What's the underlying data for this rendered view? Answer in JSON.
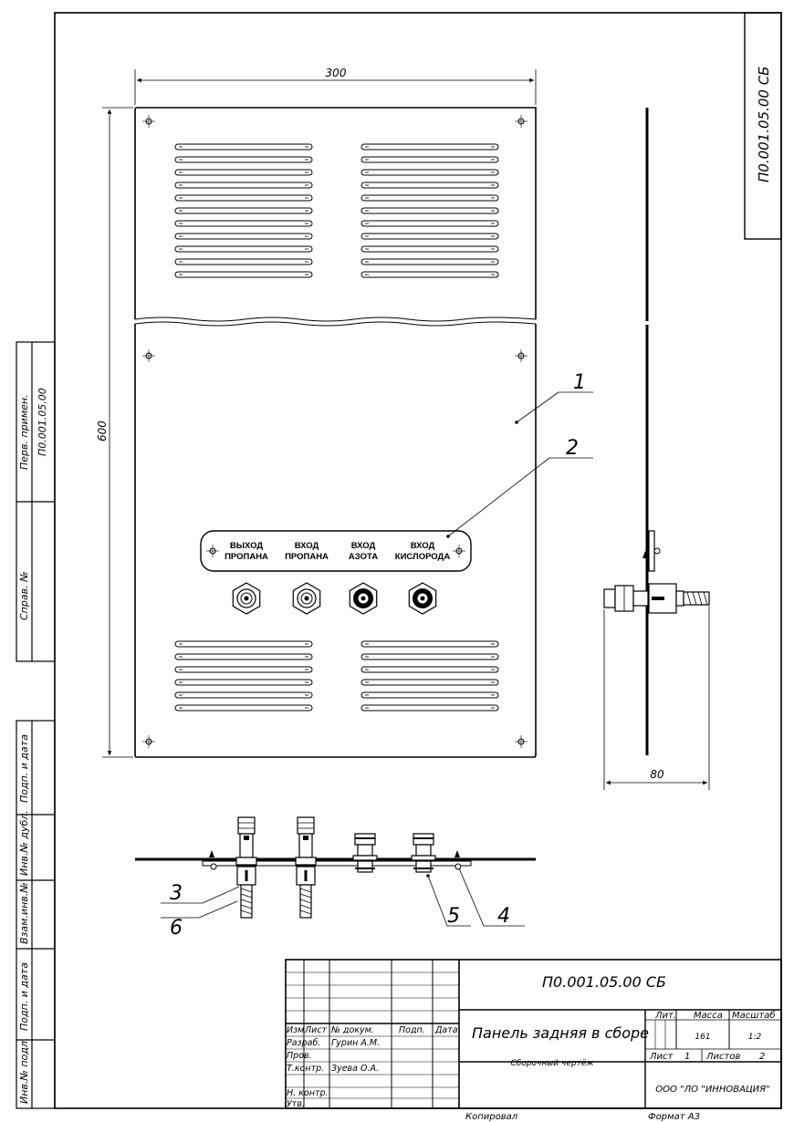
{
  "drawing": {
    "designation": "П0.001.05.00 СБ",
    "dimensions": {
      "width": "300",
      "height": "600",
      "side_depth": "80"
    },
    "callouts": [
      "1",
      "2",
      "3",
      "4",
      "5",
      "6"
    ],
    "plate_labels": [
      {
        "line1": "ВЫХОД",
        "line2": "ПРОПАНА"
      },
      {
        "line1": "ВХОД",
        "line2": "ПРОПАНА"
      },
      {
        "line1": "ВХОД",
        "line2": "АЗОТА"
      },
      {
        "line1": "ВХОД",
        "line2": "КИСЛОРОДА"
      }
    ]
  },
  "left_strip": {
    "perv_primen": "Перв. примен.",
    "perv_primen_value": "П0.001.05.00",
    "sprav": "Справ. №",
    "podp_data_1": "Подп. и дата",
    "inv_dubl": "Инв.№ дубл.",
    "vzam_inv": "Взам.инв.№",
    "podp_data_2": "Подп. и дата",
    "inv_podl": "Инв.№ подл."
  },
  "title_block": {
    "designation": "П0.001.05.00 СБ",
    "name": "Панель задняя в сборе",
    "doc_type": "Сборочный чертёж",
    "col_izm": "Изм",
    "col_list": "Лист",
    "col_dokum": "№ докум.",
    "col_podp": "Подп.",
    "col_data": "Дата",
    "razrab": "Разраб.",
    "razrab_name": "Гурин А.М.",
    "prov": "Пров.",
    "tkontr": "Т.контр.",
    "tkontr_name": "Зуева О.А.",
    "nkontr": "Н. контр.",
    "utv": "Утв.",
    "lit": "Лит.",
    "massa": "Масса",
    "masshtab": "Масштаб",
    "massa_value": "161",
    "masshtab_value": "1:2",
    "list_label": "Лист",
    "list_value": "1",
    "listov_label": "Листов",
    "listov_value": "2",
    "company": "ООО \"ЛО \"ИННОВАЦИЯ\""
  },
  "footer": {
    "kopiroval": "Копировал",
    "format": "Формат  А3"
  }
}
